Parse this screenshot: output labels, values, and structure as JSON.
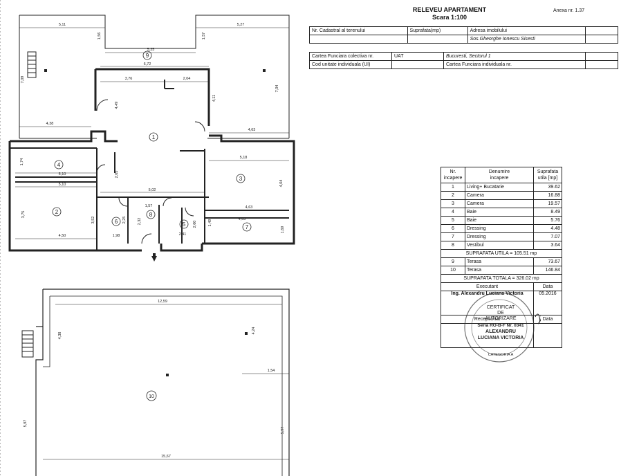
{
  "header": {
    "title": "RELEVEU APARTAMENT",
    "scale": "Scara 1:100",
    "annex": "Anexa nr. 1.37"
  },
  "info_table": {
    "r1": [
      "Nr. Cadastral al terenului",
      "Suprafata(mp)",
      "Adresa imobilului"
    ],
    "address": "Sos.Gheorghe Ionescu Sisesti",
    "r3": [
      "Cartea Funciara colectiva nr.",
      "UAT",
      "Bucuresti, Sectorul 1"
    ],
    "r4": [
      "Cod unitate individuala (UI)",
      "Cartea Funciara individuala nr."
    ]
  },
  "rooms": {
    "headers": [
      "Nr.\nincapere",
      "Denumire\nincapere",
      "Suprafata\nutila [mp]"
    ],
    "rows": [
      {
        "nr": "1",
        "name": "Living+ Bucatarie",
        "area": "39.62"
      },
      {
        "nr": "2",
        "name": "Camera",
        "area": "16.88"
      },
      {
        "nr": "3",
        "name": "Camera",
        "area": "19.57"
      },
      {
        "nr": "4",
        "name": "Baie",
        "area": "8.49"
      },
      {
        "nr": "5",
        "name": "Baie",
        "area": "5.76"
      },
      {
        "nr": "6",
        "name": "Dressing",
        "area": "4.48"
      },
      {
        "nr": "7",
        "name": "Dressing",
        "area": "7.07"
      },
      {
        "nr": "8",
        "name": "Vestibul",
        "area": "3.64"
      }
    ],
    "total_useful": "SUPRAFATA UTILA = 105.51 mp",
    "terraces": [
      {
        "nr": "9",
        "name": "Terasa",
        "area": "73.67"
      },
      {
        "nr": "10",
        "name": "Terasa",
        "area": "146.84"
      }
    ],
    "total": "SUPRAFATA TOTALA = 326.02 mp",
    "executant_label": "Executant",
    "date_label": "Data",
    "executant": "Ing. Alexandru Luciana Victoria",
    "executant_date": "05.2016",
    "receptionat_label": "Receptionat",
    "date_label2": "Data"
  },
  "stamp": {
    "lines": [
      "CERTIFICAT",
      "DE",
      "AUTORIZARE",
      "Seria RO-B-F Nr. 0341",
      "ALEXANDRU",
      "LUCIANA VICTORIA"
    ],
    "category": "CATEGORIA A"
  },
  "plan": {
    "dims": {
      "d511": "5,11",
      "d527": "5,27",
      "d156": "1,56",
      "d157": "1,57",
      "d535": "5,35",
      "d672": "6,72",
      "d376": "3,76",
      "d204": "2,04",
      "d709": "7,09",
      "d704": "7,04",
      "d449": "4,49",
      "d411": "4,11",
      "d438": "4,38",
      "d463a": "4,63",
      "d518": "5,18",
      "d174": "1,74",
      "d510a": "5,10",
      "d510b": "5,10",
      "d265": "2,65",
      "d404": "4,04",
      "d502": "5,02",
      "d157b": "1,57",
      "d463b": "4,63",
      "d463c": "4,63",
      "d375": "3,75",
      "d352": "3,52",
      "d225": "2,25",
      "d232": "2,32",
      "d260": "2,60",
      "d149": "1,49",
      "d169": "1,69",
      "d450": "4,50",
      "d198": "1,98",
      "d241": "2,41",
      "d1259": "12,59",
      "d438b": "4,38",
      "d424": "4,24",
      "d154": "1,54",
      "d1567": "15,67",
      "d597a": "5,97",
      "d597b": "5,97"
    },
    "room_labels": [
      "1",
      "2",
      "3",
      "4",
      "5",
      "6",
      "7",
      "8",
      "9",
      "10"
    ]
  }
}
